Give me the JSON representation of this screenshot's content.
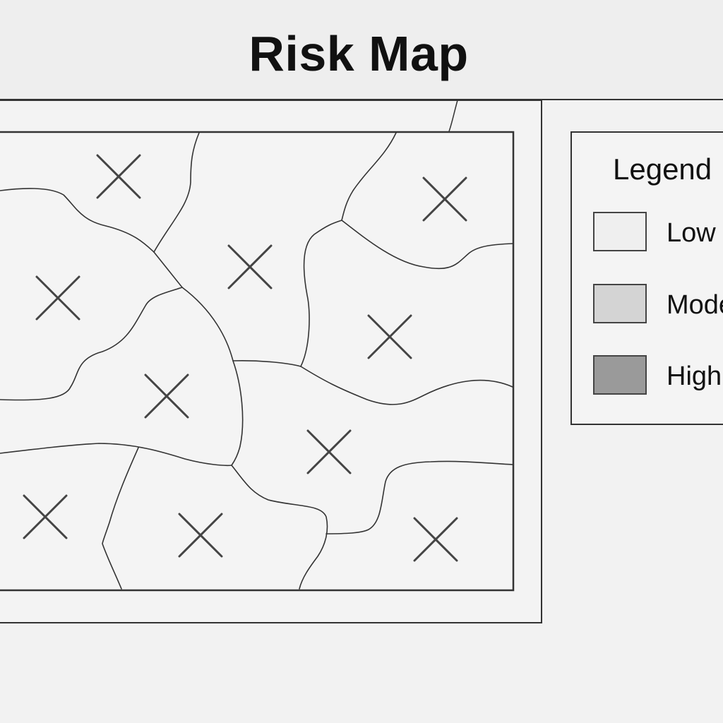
{
  "map": {
    "title": "Risk Map",
    "marker_icon": "x-cross-icon",
    "marker_count": 10,
    "region_border_color": "#333333",
    "marker_color": "#444444"
  },
  "legend": {
    "title": "Legend",
    "items": [
      {
        "label": "Low",
        "level": "low",
        "color": "#efefef"
      },
      {
        "label": "Moderate",
        "level": "moderate",
        "color": "#d4d4d4"
      },
      {
        "label": "High",
        "level": "high",
        "color": "#9a9a9a"
      }
    ]
  }
}
